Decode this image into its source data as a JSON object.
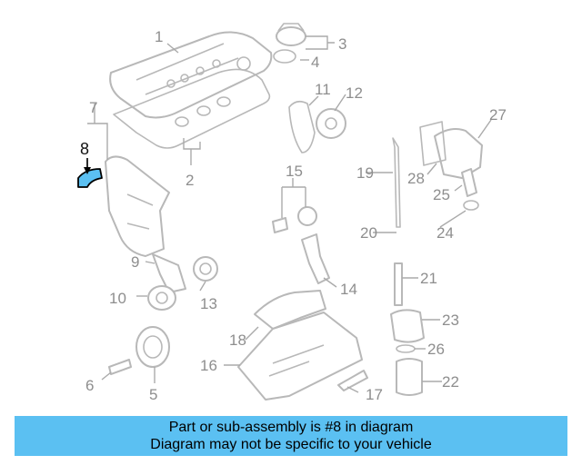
{
  "diagram": {
    "callouts": [
      "1",
      "2",
      "3",
      "4",
      "5",
      "6",
      "7",
      "8",
      "9",
      "10",
      "11",
      "12",
      "13",
      "14",
      "15",
      "16",
      "17",
      "18",
      "19",
      "20",
      "21",
      "22",
      "23",
      "24",
      "25",
      "26",
      "27",
      "28"
    ],
    "highlighted_part": "8",
    "colors": {
      "part_outline": "#b8b8b8",
      "highlight_fill": "#5bc0f2",
      "highlight_outline": "#000000"
    }
  },
  "banner": {
    "line1": "Part or sub-assembly is #8 in diagram",
    "line2": "Diagram may not be specific to your vehicle",
    "background": "#5bc0f2"
  }
}
